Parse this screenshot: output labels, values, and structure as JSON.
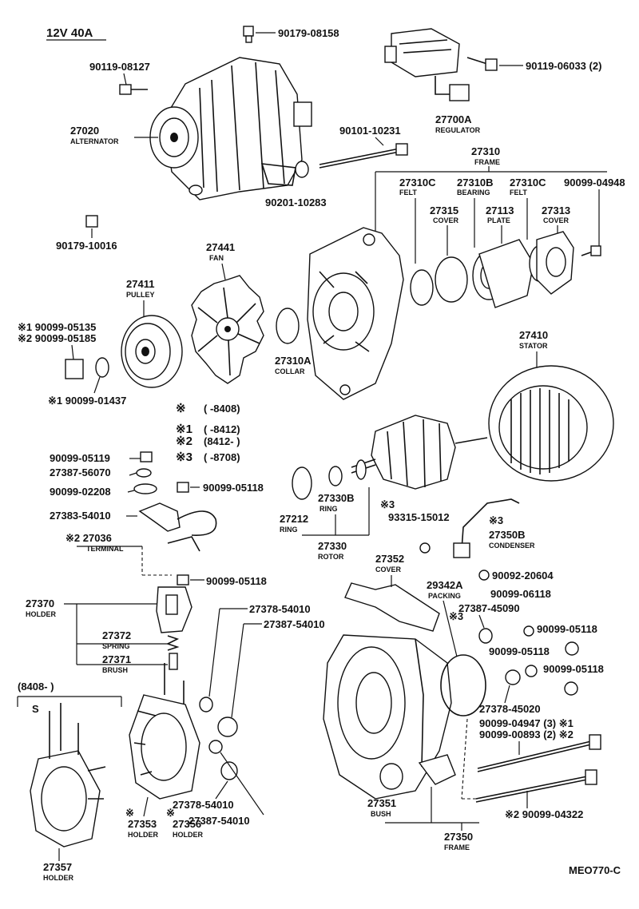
{
  "title": "12V 40A",
  "diagram_code": "MEO770-C",
  "legend": {
    "star": {
      "mark": "※",
      "range": "(      -8408)"
    },
    "star1": {
      "mark": "※1",
      "range": "(      -8412)"
    },
    "star2": {
      "mark": "※2",
      "range": "(8412-      )"
    },
    "star3": {
      "mark": "※3",
      "range": "(      -8708)"
    }
  },
  "bracket_note": "(8408-      )",
  "callouts": {
    "c90179_08158": "90179-08158",
    "c90119_08127": "90119-08127",
    "c90119_06033": "90119-06033 (2)",
    "c27020": "27020",
    "c27020_n": "ALTERNATOR",
    "c27700A": "27700A",
    "c27700A_n": "REGULATOR",
    "c90101_10231": "90101-10231",
    "c90201_10283": "90201-10283",
    "c90179_10016": "90179-10016",
    "c27310": "27310",
    "c27310_n": "FRAME",
    "c27310C_a": "27310C",
    "c27310C_a_n": "FELT",
    "c27310B": "27310B",
    "c27310B_n": "BEARING",
    "c27310C_b": "27310C",
    "c27310C_b_n": "FELT",
    "c90099_04948": "90099-04948",
    "c27315": "27315",
    "c27315_n": "COVER",
    "c27113": "27113",
    "c27113_n": "PLATE",
    "c27313": "27313",
    "c27313_n": "COVER",
    "c27441": "27441",
    "c27441_n": "FAN",
    "c27411": "27411",
    "c27411_n": "PULLEY",
    "c90099_05135": "※1 90099-05135",
    "c90099_05185": "※2 90099-05185",
    "c90099_01437": "※1  90099-01437",
    "c27310A": "27310A",
    "c27310A_n": "COLLAR",
    "c27410": "27410",
    "c27410_n": "STATOR",
    "c90099_05119": "90099-05119",
    "c27387_56070": "27387-56070",
    "c90099_02208": "90099-02208",
    "c90099_05118_a": "90099-05118",
    "c27383_54010": "27383-54010",
    "c27036": "※2 27036",
    "c27036_n": "TERMINAL",
    "c27212": "27212",
    "c27212_n": "RING",
    "c27330B": "27330B",
    "c27330B_n": "RING",
    "c27330": "27330",
    "c27330_n": "ROTOR",
    "c93315_15012": "93315-15012",
    "c27350B_star": "※3",
    "c27350B": "27350B",
    "c27350B_n": "CONDENSER",
    "c90099_05118_b": "90099-05118",
    "c27370": "27370",
    "c27370_n": "HOLDER",
    "c27352": "27352",
    "c27352_n": "COVER",
    "c29342A": "29342A",
    "c29342A_n": "PACKING",
    "c90092_20604": "90092-20604",
    "c90099_06118": "90099-06118",
    "c27387_45090": "27387-45090",
    "c27387_45090_star": "※3",
    "c90099_05118_c": "90099-05118",
    "c90099_05118_d": "90099-05118",
    "c90099_05118_e": "90099-05118",
    "c27378_54010_a": "27378-54010",
    "c27387_54010_a": "27387-54010",
    "c27372": "27372",
    "c27372_n": "SPRING",
    "c27371": "27371",
    "c27371_n": "BRUSH",
    "c27378_45020": "27378-45020",
    "c90099_04947": "90099-04947 (3) ※1",
    "c90099_00893": "90099-00893 (2) ※2",
    "c27378_54010_b": "27378-54010",
    "c27387_54010_b": "27387-54010",
    "c90099_04322": "※2 90099-04322",
    "c27353_star": "※",
    "c27353": "27353",
    "c27353_n": "HOLDER",
    "c27356_star": "※",
    "c27356": "27356",
    "c27356_n": "HOLDER",
    "c27351": "27351",
    "c27351_n": "BUSH",
    "c27350": "27350",
    "c27350_n": "FRAME",
    "c27357": "27357",
    "c27357_n": "HOLDER"
  }
}
